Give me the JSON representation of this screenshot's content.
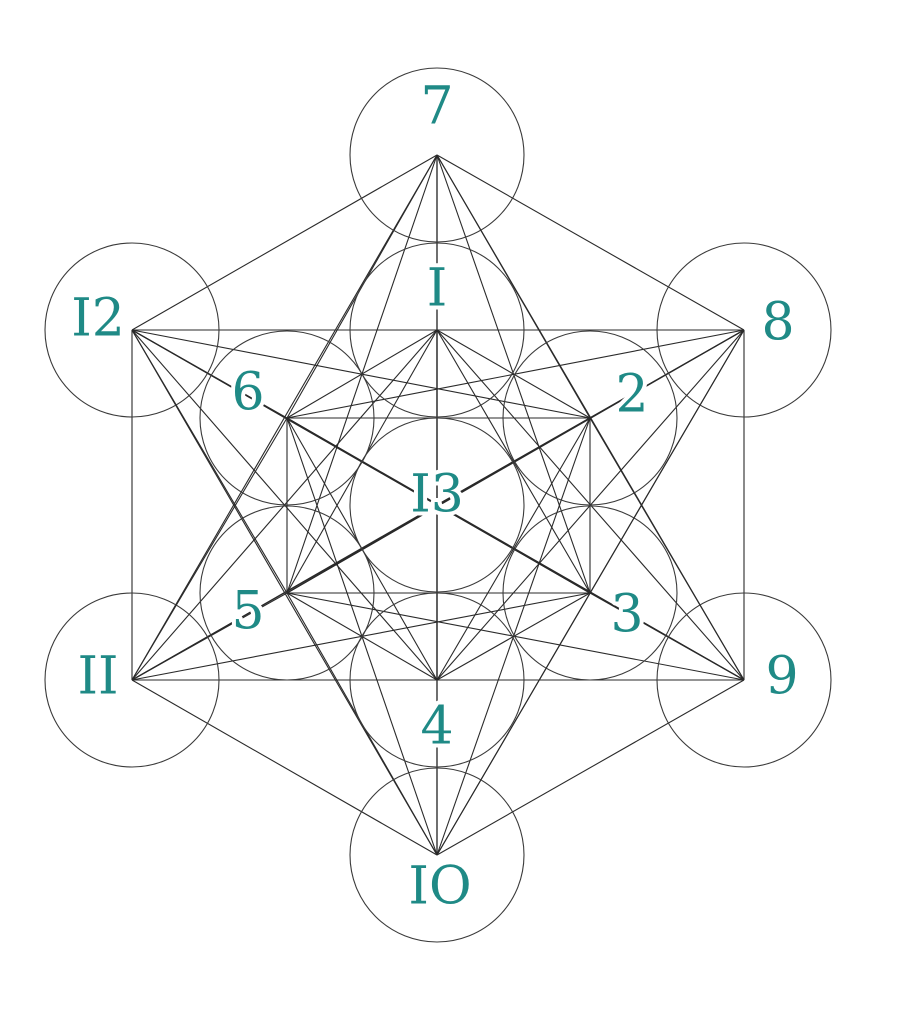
{
  "diagram": {
    "label_color": "#1f8a86",
    "line_color": "#2a2a2a",
    "nodes": [
      {
        "id": "1",
        "label": "I"
      },
      {
        "id": "2",
        "label": "2"
      },
      {
        "id": "3",
        "label": "3"
      },
      {
        "id": "4",
        "label": "4"
      },
      {
        "id": "5",
        "label": "5"
      },
      {
        "id": "6",
        "label": "6"
      },
      {
        "id": "7",
        "label": "7"
      },
      {
        "id": "8",
        "label": "8"
      },
      {
        "id": "9",
        "label": "9"
      },
      {
        "id": "10",
        "label": "IO"
      },
      {
        "id": "11",
        "label": "II"
      },
      {
        "id": "12",
        "label": "I2"
      },
      {
        "id": "13",
        "label": "I3"
      }
    ],
    "connections": "every circle center connected to every other circle center"
  }
}
